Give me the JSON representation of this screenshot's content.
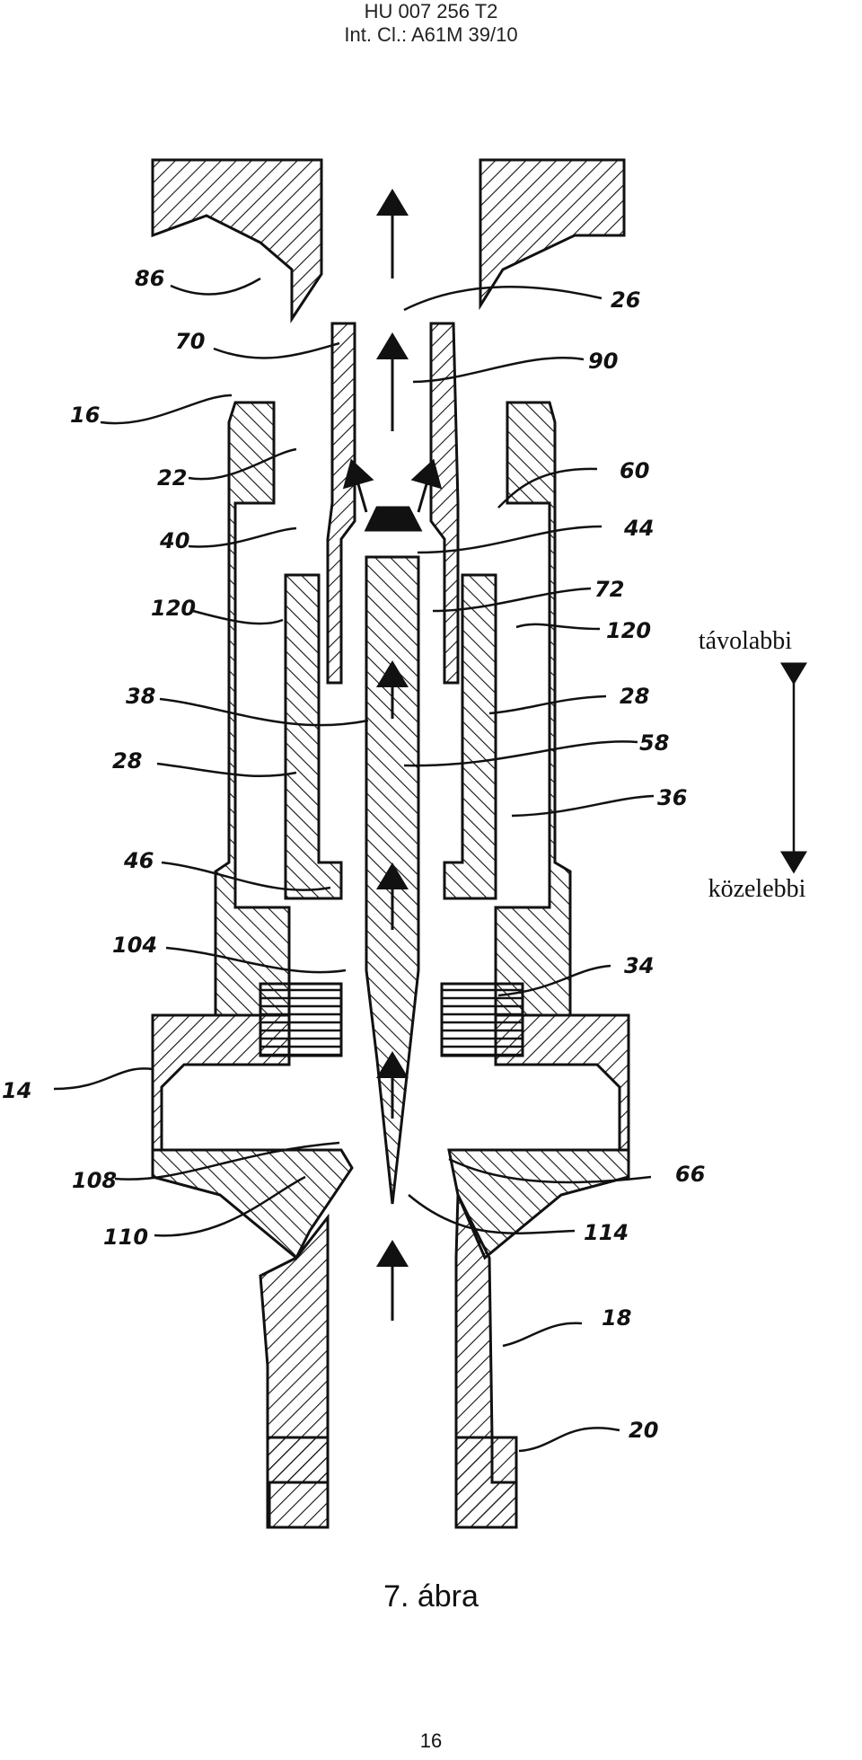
{
  "header": {
    "line1": "HU 007 256 T2",
    "line2": "Int. Cl.: A61M 39/10"
  },
  "figure": {
    "caption": "7. ábra",
    "direction": {
      "top_label": "távolabbi",
      "bottom_label": "közelebbi"
    },
    "reference_numerals": [
      "86",
      "70",
      "16",
      "22",
      "40",
      "120",
      "38",
      "28",
      "46",
      "104",
      "14",
      "108",
      "110",
      "26",
      "90",
      "60",
      "44",
      "72",
      "120",
      "28",
      "58",
      "36",
      "34",
      "66",
      "114",
      "18",
      "20"
    ]
  },
  "page_number": "16"
}
